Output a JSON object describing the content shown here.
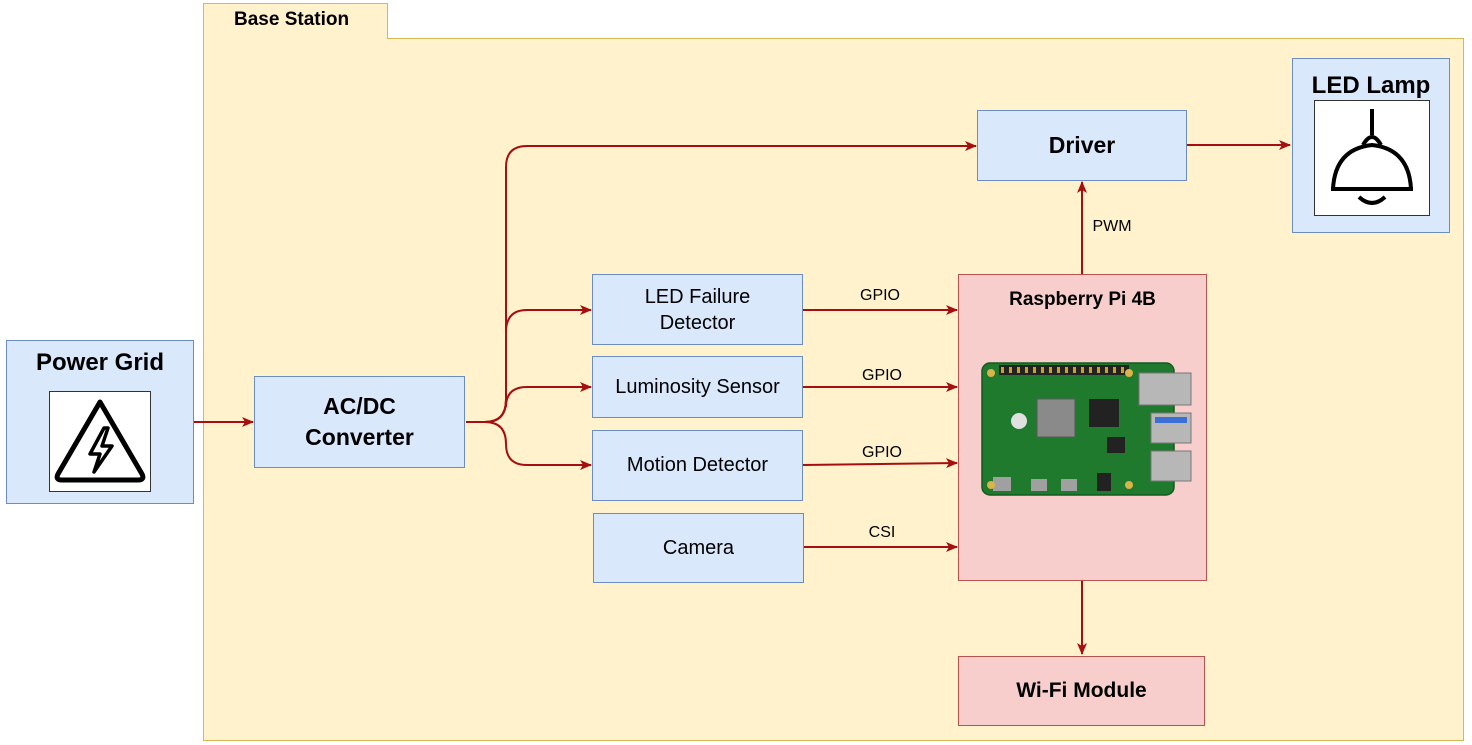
{
  "container": {
    "label": "Base Station"
  },
  "nodes": {
    "power_grid": {
      "label": "Power Grid",
      "icon": "high-voltage-warning-icon"
    },
    "acdc": {
      "label": "AC/DC Converter"
    },
    "driver": {
      "label": "Driver"
    },
    "led_lamp": {
      "label": "LED Lamp",
      "icon": "ceiling-lamp-icon"
    },
    "led_failure": {
      "label": "LED Failure Detector"
    },
    "luminosity": {
      "label": "Luminosity Sensor"
    },
    "motion": {
      "label": "Motion Detector"
    },
    "camera": {
      "label": "Camera"
    },
    "rpi": {
      "label": "Raspberry Pi 4B",
      "image": "raspberry-pi-board-image"
    },
    "wifi": {
      "label": "Wi-Fi Module"
    }
  },
  "edges": {
    "pwm": "PWM",
    "gpio_failure": "GPIO",
    "gpio_luminosity": "GPIO",
    "gpio_motion": "GPIO",
    "csi": "CSI"
  },
  "colors": {
    "container_fill": "#fff2cc",
    "container_stroke": "#d6b656",
    "blue_fill": "#dae8fc",
    "blue_stroke": "#6c8ebf",
    "red_fill": "#f8cecc",
    "red_stroke": "#b85450",
    "arrow": "#a50f0f"
  }
}
